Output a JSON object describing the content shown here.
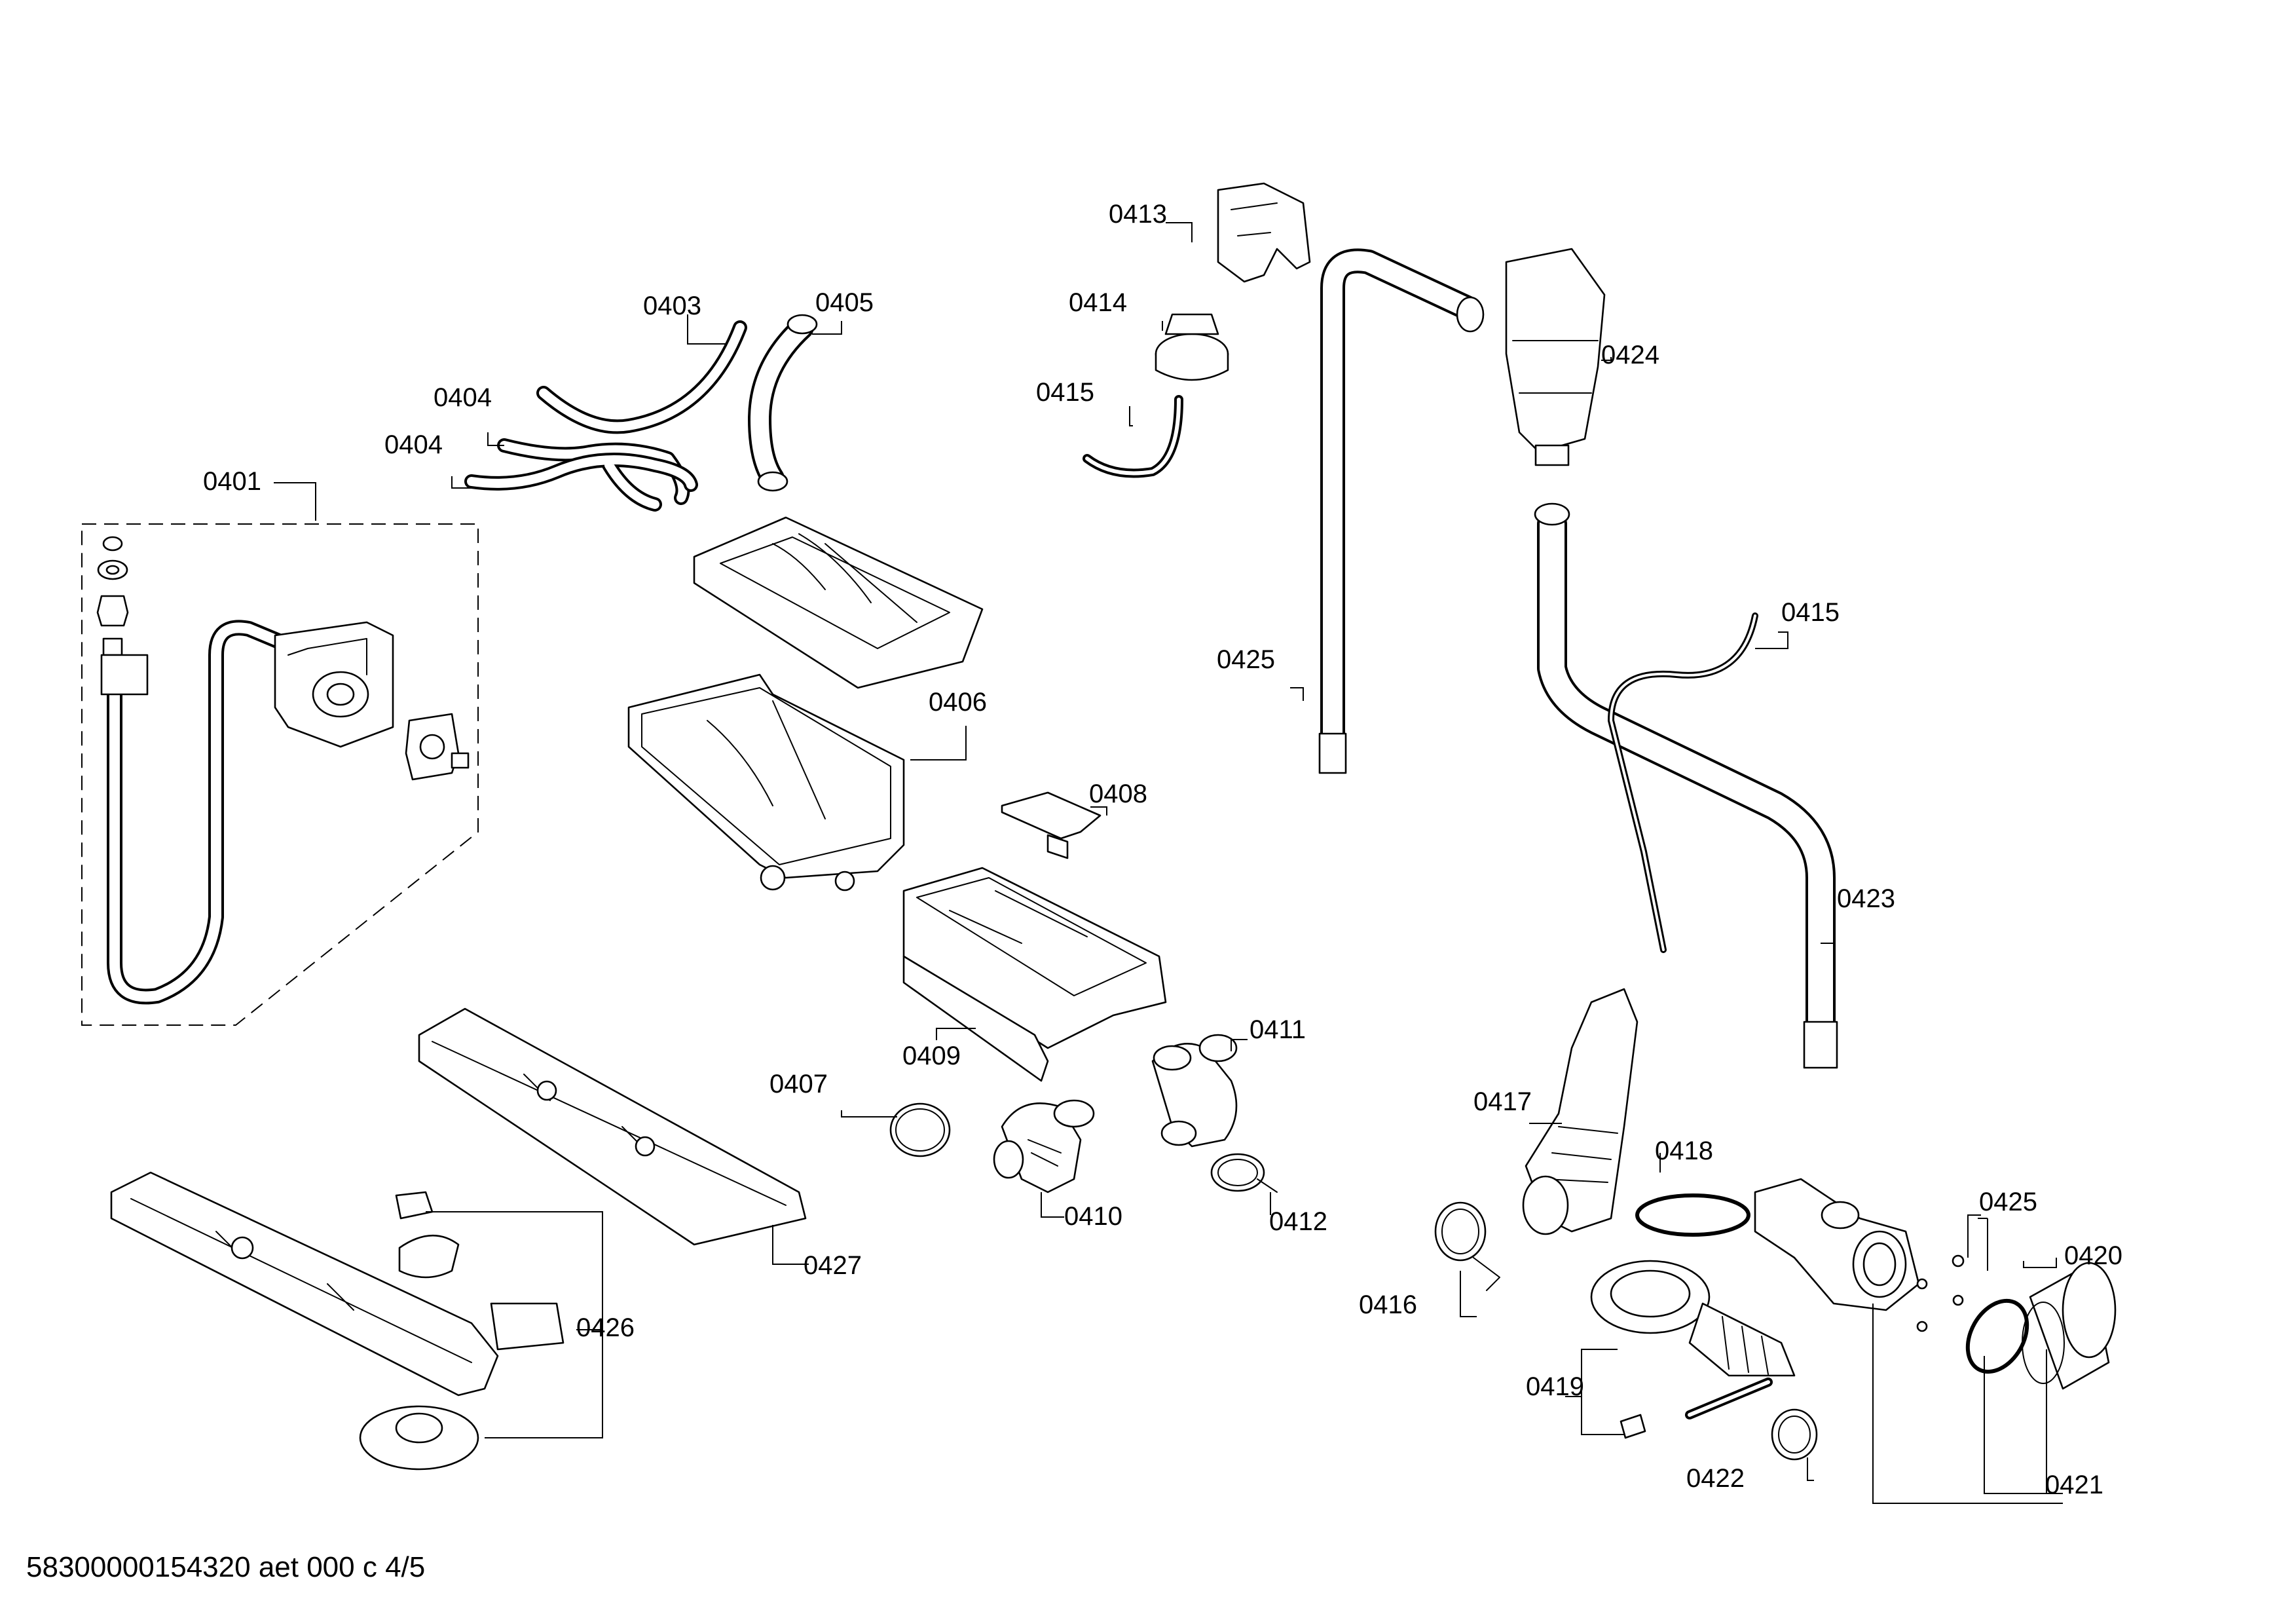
{
  "document_id": "58300000154320 aet 000 c 4/5",
  "callouts": {
    "c0401": "0401",
    "c0403": "0403",
    "c0404a": "0404",
    "c0404b": "0404",
    "c0405": "0405",
    "c0406": "0406",
    "c0407": "0407",
    "c0408": "0408",
    "c0409": "0409",
    "c0410": "0410",
    "c0411": "0411",
    "c0412": "0412",
    "c0413": "0413",
    "c0414": "0414",
    "c0415a": "0415",
    "c0415b": "0415",
    "c0416": "0416",
    "c0417": "0417",
    "c0418": "0418",
    "c0419": "0419",
    "c0420": "0420",
    "c0421": "0421",
    "c0422": "0422",
    "c0423": "0423",
    "c0424": "0424",
    "c0425a": "0425",
    "c0425b": "0425",
    "c0426": "0426",
    "c0427": "0427"
  }
}
